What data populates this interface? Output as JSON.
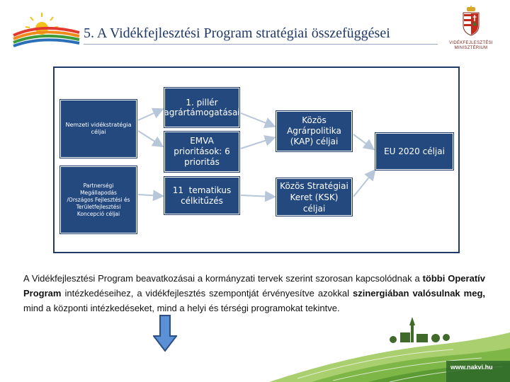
{
  "header": {
    "title": "5. A Vidékfejlesztési Program stratégiai összefüggései",
    "crest_text_line1": "VIDÉKFEJLESZTÉSI",
    "crest_text_line2": "MINISZTÉRIUM"
  },
  "diagram": {
    "nodes": {
      "nvs": "Nemzeti vidékstratégia céljai",
      "partner_line1": "Partnerségi",
      "partner_line2": "Megállapodás",
      "partner_line3": "/Országos Fejlesztési és",
      "partner_line4": "Területfejlesztési",
      "partner_line5": "Koncepció céljai",
      "pillar_line1": "1. pillér",
      "pillar_line2": "agrártámogatásai",
      "emva_line1": "EMVA",
      "emva_line2": "prioritások: 6",
      "emva_line3": "prioritás",
      "eleven_line1": "11  tematikus",
      "eleven_line2": "célkitűzés",
      "kap_line1": "Közös",
      "kap_line2": "Agrárpolitika",
      "kap_line3": "(KAP) céljai",
      "ksk_line1": "Közös Stratégiai",
      "ksk_line2": "Keret (KSK) céljai",
      "eu": "EU 2020 céljai"
    },
    "colors": {
      "box_fill": "#24497f",
      "frame": "#1f3a66",
      "arrow": "#b8c6da"
    }
  },
  "paragraph": {
    "part1": "A Vidékfejlesztési Program beavatkozásai a kormányzati tervek szerint szorosan kapcsolódnak a ",
    "part2_bold": "többi Operatív Program",
    "part3": " intézkedéseihez, a vidékfejlesztés szempontját érvényesítve azokkal ",
    "part4_bold": "szinergiában valósulnak meg,",
    "part5": " mind a központi intézkedéseket, mind a helyi és térségi programokat tekintve."
  },
  "footer": {
    "url": "www.nakvi.hu"
  }
}
